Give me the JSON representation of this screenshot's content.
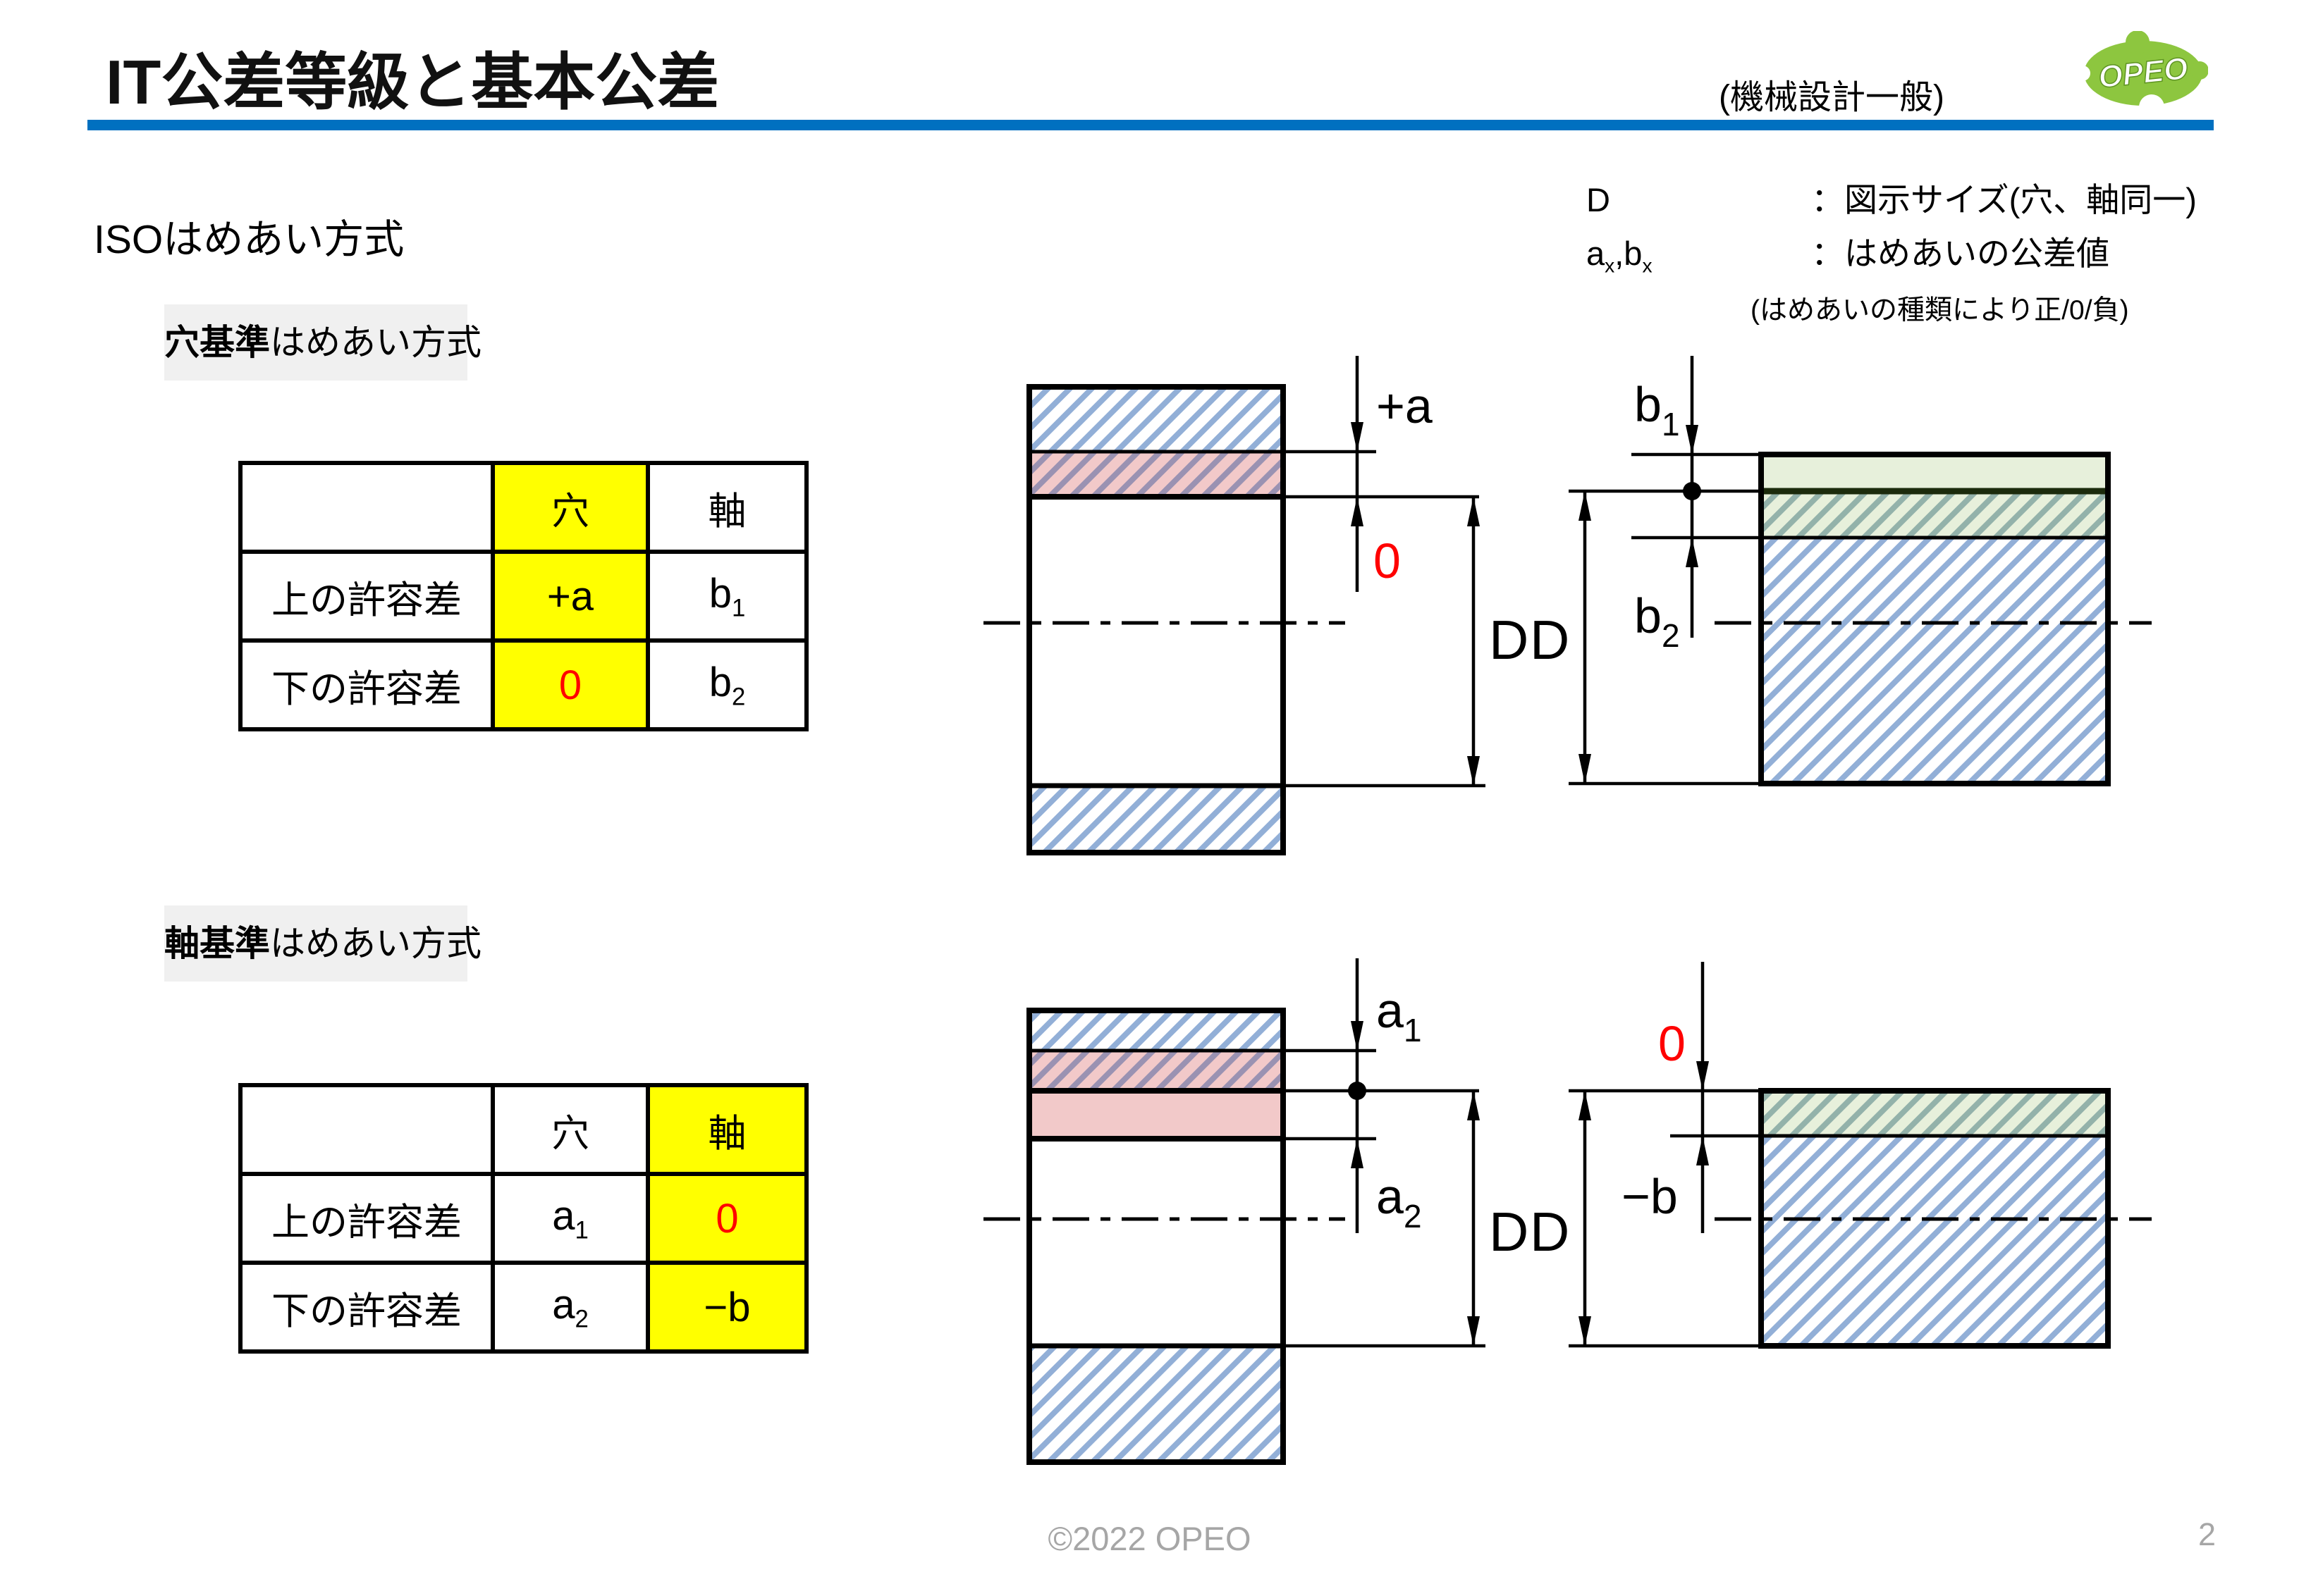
{
  "header": {
    "title": "IT公差等級と基本公差",
    "subtitle": "(機械設計一般)",
    "logo": "OPEO"
  },
  "legend": {
    "line1": {
      "term": "D",
      "desc": "：図示サイズ(穴、軸同一)"
    },
    "line2": {
      "a": "a",
      "a_sub": "x",
      "comma": ",",
      "b": "b",
      "b_sub": "x",
      "desc": "：はめあいの公差値"
    },
    "note": "(はめあいの種類により正/0/負)"
  },
  "iso_heading": "ISOはめあい方式",
  "sections": {
    "hole_basis": {
      "label_bold": "穴基準",
      "label_rest": "はめあい方式",
      "table": {
        "header": [
          "",
          "穴",
          "軸"
        ],
        "rows": [
          {
            "name": "上の許容差",
            "hole": "+a",
            "shaft_base": "b",
            "shaft_sub": "1"
          },
          {
            "name": "下の許容差",
            "hole": "0",
            "shaft_base": "b",
            "shaft_sub": "2"
          }
        ]
      },
      "diagram": {
        "plus_a": "+a",
        "zero": "0",
        "d_left": "D",
        "d_right": "D",
        "b1_base": "b",
        "b1_sub": "1",
        "b2_base": "b",
        "b2_sub": "2"
      }
    },
    "shaft_basis": {
      "label_bold": "軸基準",
      "label_rest": "はめあい方式",
      "table": {
        "header": [
          "",
          "穴",
          "軸"
        ],
        "rows": [
          {
            "name": "上の許容差",
            "hole_base": "a",
            "hole_sub": "1",
            "shaft": "0"
          },
          {
            "name": "下の許容差",
            "hole_base": "a",
            "hole_sub": "2",
            "shaft": "−b"
          }
        ]
      },
      "diagram": {
        "a1_base": "a",
        "a1_sub": "1",
        "a2_base": "a",
        "a2_sub": "2",
        "zero": "0",
        "minus_b": "−b",
        "d_left": "D",
        "d_right": "D"
      }
    }
  },
  "footer": {
    "copyright": "©2022 OPEO",
    "page": "2"
  },
  "colors": {
    "accent_rule": "#0070C0",
    "highlight_yellow": "#FFFF00",
    "zero_red": "#FF0000",
    "logo_green": "#8DC63F",
    "hatch_blue_stripe": "#92AFD7",
    "pink_zone_bg": "#F2C9C9",
    "pink_zone_stripe": "#9A92B2",
    "green_zone_bg": "#E7F0DB",
    "green_zone_stripe": "#93B2AA",
    "section_label_bg": "#F0F0F0",
    "footer_gray": "#A6A6A6"
  }
}
